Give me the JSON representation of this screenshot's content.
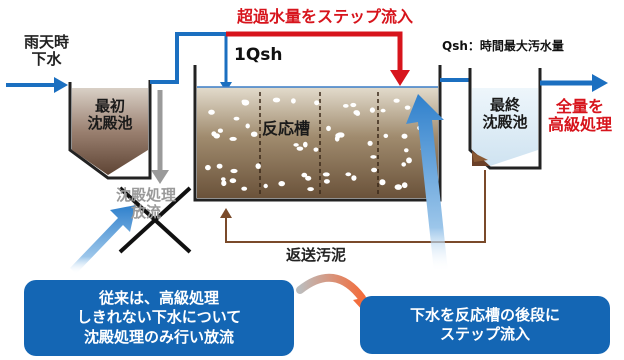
{
  "labels": {
    "inflow": [
      "雨天時",
      "下水"
    ],
    "step_flow": "超過水量をステップ流入",
    "one_qsh": "1Qsh",
    "qsh_note": "Qsh：時間最大汚水量",
    "primary_tank": [
      "最初",
      "沈殿池"
    ],
    "reactor": "反応槽",
    "final_tank": [
      "最終",
      "沈殿池"
    ],
    "full_treatment": [
      "全量を",
      "高級処理"
    ],
    "bypass": [
      "沈殿処理",
      "放流"
    ],
    "return_sludge": "返送汚泥"
  },
  "callouts": {
    "conventional": [
      "従来は、高級処理",
      "しきれない下水について",
      "沈殿処理のみ行い放流"
    ],
    "new_method": [
      "下水を反応槽の後段に",
      "ステップ流入"
    ]
  },
  "colors": {
    "flow_blue": "#1b6fc0",
    "step_red": "#d7141c",
    "callout_blue": "#1466b4",
    "sludge_brown": "#7a4a2a",
    "bypass_gray": "#9a9a9a"
  }
}
